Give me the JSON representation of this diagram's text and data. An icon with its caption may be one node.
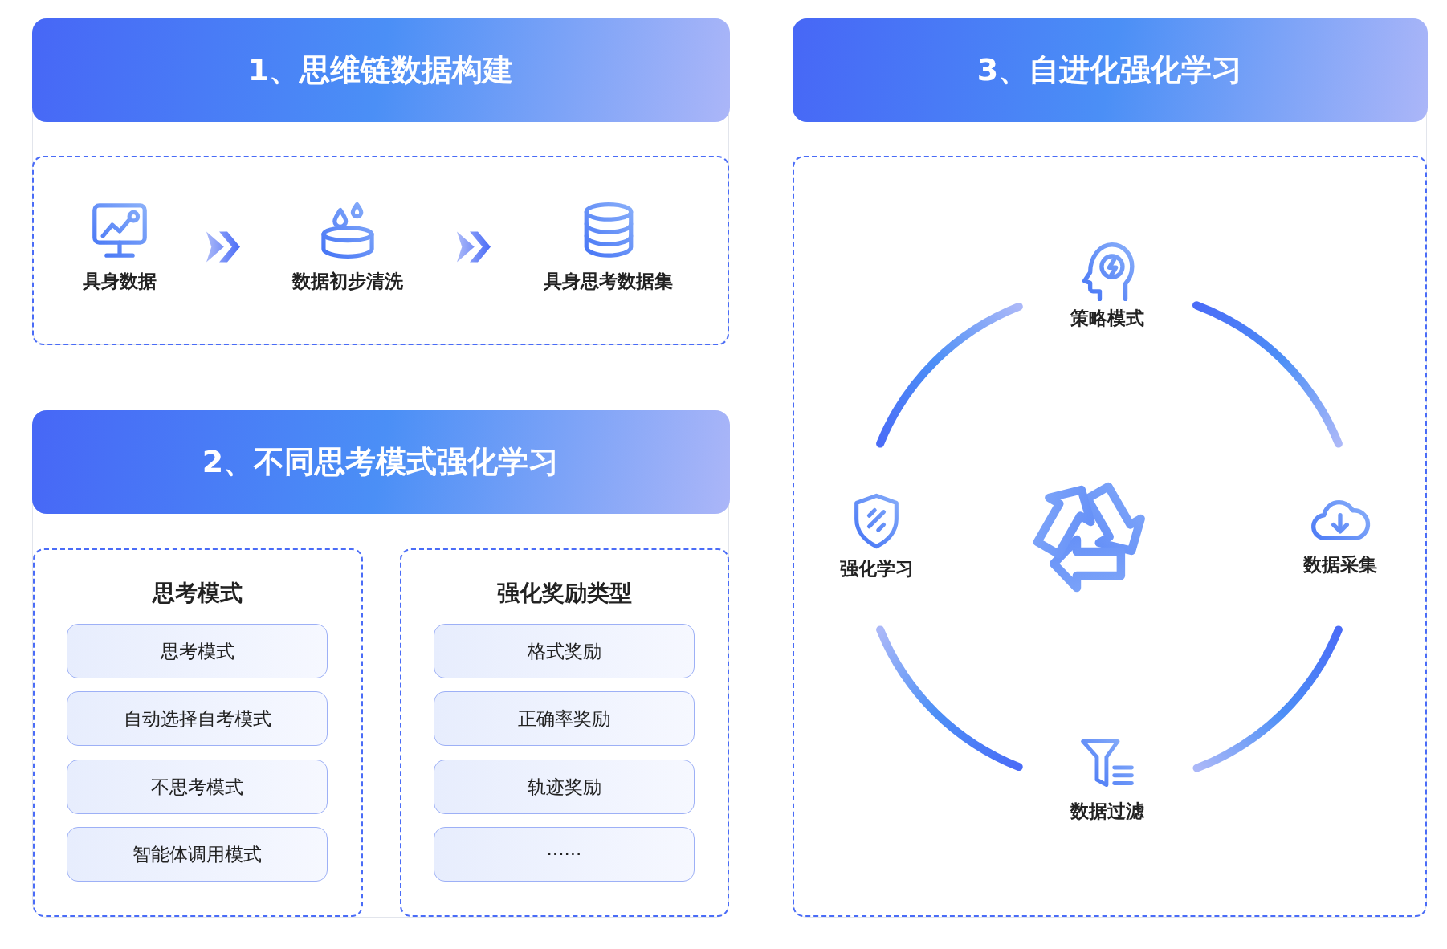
{
  "diagram": {
    "nodes": [
      {
        "text": [
          "1、思维链数据构建"
        ]
      },
      {
        "text": [],
        "shape": "box",
        "in": 0
      },
      {
        "text": [
          "具身数据"
        ],
        "in": 1
      },
      {
        "text": [
          "数据初步清洗"
        ],
        "in": 1
      },
      {
        "text": [
          "具身思考数据集"
        ],
        "in": 1
      },
      {
        "text": [
          "2、不同思考模式强化学习"
        ]
      },
      {
        "text": [
          "思考模式"
        ],
        "in": 5
      },
      {
        "text": [
          "思考模式"
        ],
        "in": 6
      },
      {
        "text": [
          "自动选择自考模式"
        ],
        "in": 6
      },
      {
        "text": [
          "不思考模式"
        ],
        "in": 6
      },
      {
        "text": [
          "智能体调用模式"
        ],
        "in": 6
      },
      {
        "text": [
          "强化奖励类型"
        ],
        "in": 5
      },
      {
        "text": [
          "格式奖励"
        ],
        "in": 11
      },
      {
        "text": [
          "正确率奖励"
        ],
        "in": 11
      },
      {
        "text": [
          "轨迹奖励"
        ],
        "in": 11
      },
      {
        "text": [
          "······"
        ],
        "in": 11
      },
      {
        "text": [
          "3、自进化强化学习"
        ]
      },
      {
        "text": [],
        "shape": "box",
        "in": 16
      },
      {
        "text": [
          "策略模式"
        ],
        "in": 17
      },
      {
        "text": [
          "强化学习"
        ],
        "in": 17
      },
      {
        "text": [
          "数据采集"
        ],
        "in": 17
      },
      {
        "text": [
          "数据过滤"
        ],
        "in": 17
      }
    ],
    "edges": [
      {
        "from": 2,
        "to": 3,
        "arrow": "to"
      },
      {
        "from": 3,
        "to": 4,
        "arrow": "to"
      },
      {
        "from": 19,
        "to": 18,
        "arrow": "none"
      },
      {
        "from": 18,
        "to": 20,
        "arrow": "none"
      },
      {
        "from": 20,
        "to": 21,
        "arrow": "none"
      },
      {
        "from": 21,
        "to": 19,
        "arrow": "none"
      }
    ]
  }
}
